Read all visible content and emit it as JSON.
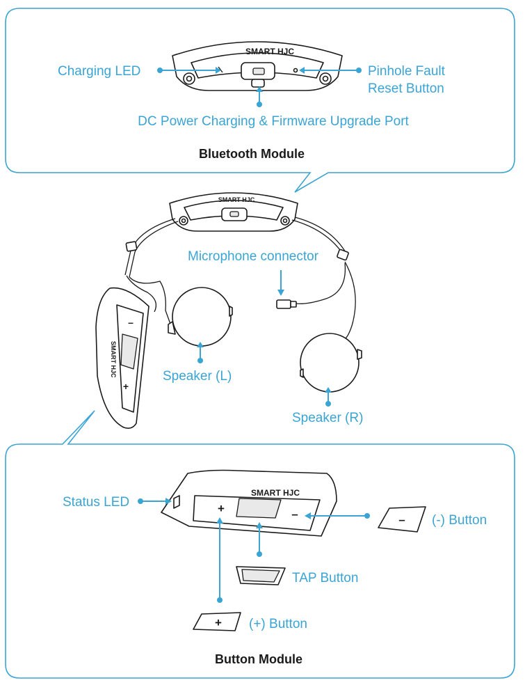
{
  "bluetooth_module": {
    "title": "Bluetooth Module",
    "brand": "SMART HJC",
    "charging_led": "Charging LED",
    "pinhole_line1": "Pinhole Fault",
    "pinhole_line2": "Reset Button",
    "dc_port": "DC Power Charging & Firmware Upgrade Port"
  },
  "assembly": {
    "brand": "SMART HJC",
    "microphone_connector": "Microphone connector",
    "speaker_left": "Speaker (L)",
    "speaker_right": "Speaker (R)"
  },
  "button_module": {
    "title": "Button Module",
    "brand": "SMART HJC",
    "status_led": "Status LED",
    "minus_button": "(-) Button",
    "tap_button": "TAP Button",
    "plus_button": "(+) Button",
    "plus_symbol": "+",
    "minus_symbol": "–"
  },
  "colors": {
    "accent": "#3aa4d4",
    "outline": "#1a1a1a"
  }
}
